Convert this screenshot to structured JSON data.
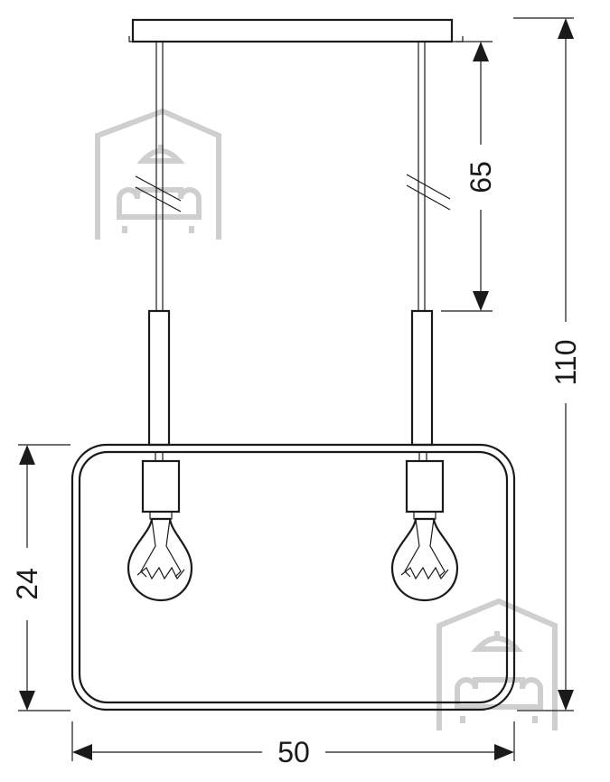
{
  "dimensions": {
    "cable_length": "65",
    "total_height": "110",
    "frame_height": "24",
    "frame_width": "50"
  },
  "colors": {
    "line": "#1a1a1a",
    "watermark": "#cfcfcf",
    "background": "#ffffff"
  },
  "icons": {
    "watermark": "house-with-sofa-icon",
    "bulb": "light-bulb-icon",
    "arrow": "arrowhead-icon"
  }
}
